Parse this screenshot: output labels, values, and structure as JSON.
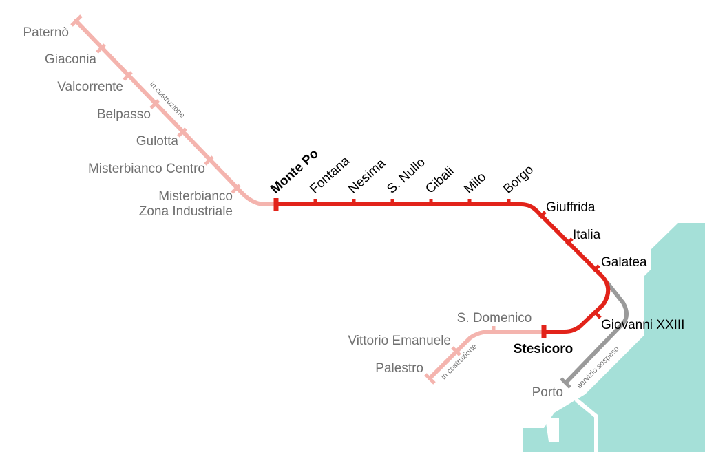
{
  "map": {
    "colors": {
      "operating": "#e2231a",
      "under_construction": "#f4b4ae",
      "suspended": "#9a9a9a",
      "sea": "#a5e0d8",
      "label_planned": "#707070",
      "label_active": "#000000"
    },
    "lines": {
      "northwest_extension": {
        "status": "under_construction",
        "note": "in costruzione",
        "stations": [
          "Paternò",
          "Giaconia",
          "Valcorrente",
          "Belpasso",
          "Gulotta",
          "Misterbianco Centro",
          "Misterbianco Zona Industriale"
        ]
      },
      "main_line": {
        "status": "operating",
        "terminal_stations": [
          "Monte Po",
          "Stesicoro"
        ],
        "stations": [
          "Monte Po",
          "Fontana",
          "Nesima",
          "S. Nullo",
          "Cibali",
          "Milo",
          "Borgo",
          "Giuffrida",
          "Italia",
          "Galatea",
          "Giovanni XXIII",
          "Stesicoro"
        ]
      },
      "southwest_extension": {
        "status": "under_construction",
        "note": "in costruzione",
        "stations": [
          "S. Domenico",
          "Vittorio Emanuele",
          "Palestro"
        ]
      },
      "port_branch": {
        "status": "suspended",
        "note": "servizio sospeso",
        "stations": [
          "Porto"
        ]
      }
    },
    "labels": {
      "paterno": "Paternò",
      "giaconia": "Giaconia",
      "valcorrente": "Valcorrente",
      "belpasso": "Belpasso",
      "gulotta": "Gulotta",
      "misterbianco_centro": "Misterbianco Centro",
      "misterbianco_zi_line1": "Misterbianco",
      "misterbianco_zi_line2": "Zona Industriale",
      "monte_po": "Monte Po",
      "fontana": "Fontana",
      "nesima": "Nesima",
      "s_nullo": "S. Nullo",
      "cibali": "Cibali",
      "milo": "Milo",
      "borgo": "Borgo",
      "giuffrida": "Giuffrida",
      "italia": "Italia",
      "galatea": "Galatea",
      "giovanni_xxiii": "Giovanni XXIII",
      "stesicoro": "Stesicoro",
      "s_domenico": "S. Domenico",
      "vittorio_emanuele": "Vittorio Emanuele",
      "palestro": "Palestro",
      "porto": "Porto",
      "in_costruzione_nw": "in costruzione",
      "in_costruzione_sw": "in costruzione",
      "servizio_sospeso": "servizio sospeso"
    }
  }
}
